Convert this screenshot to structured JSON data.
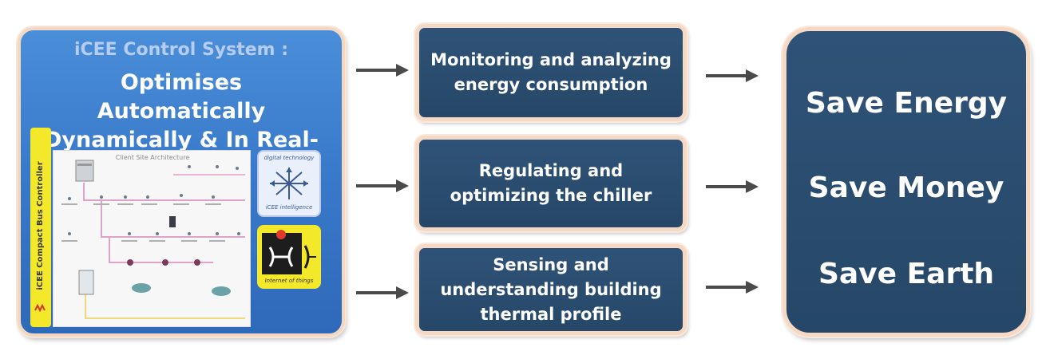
{
  "panel": {
    "subtitle": "iCEE Control System :",
    "title": "Optimises Automatically Dynamically & In Real-time",
    "yellow_bar_label": "iCEE Compact Bus Controller",
    "arch_title": "Client Site Architecture",
    "digital_tech_label": "digital technology",
    "intelligence_label": "iCEE intelligence",
    "iot_label": "Internet of things"
  },
  "processes": [
    {
      "label": "Monitoring and  analyzing energy consumption"
    },
    {
      "label": "Regulating and optimizing the chiller"
    },
    {
      "label": "Sensing and understanding building thermal profile"
    }
  ],
  "results": {
    "save_energy": "Save Energy",
    "save_money": "Save Money",
    "save_earth": "Save Earth"
  },
  "colors": {
    "panel_blue": "#3a7acb",
    "box_navy": "#2b4d70",
    "border_peach": "#f5d9c4",
    "arrow_gray": "#4a4a4a",
    "badge_yellow": "#f3e82a"
  },
  "icons": [
    "arrow-right-icon",
    "iot-pi-icon",
    "digital-network-icon"
  ]
}
